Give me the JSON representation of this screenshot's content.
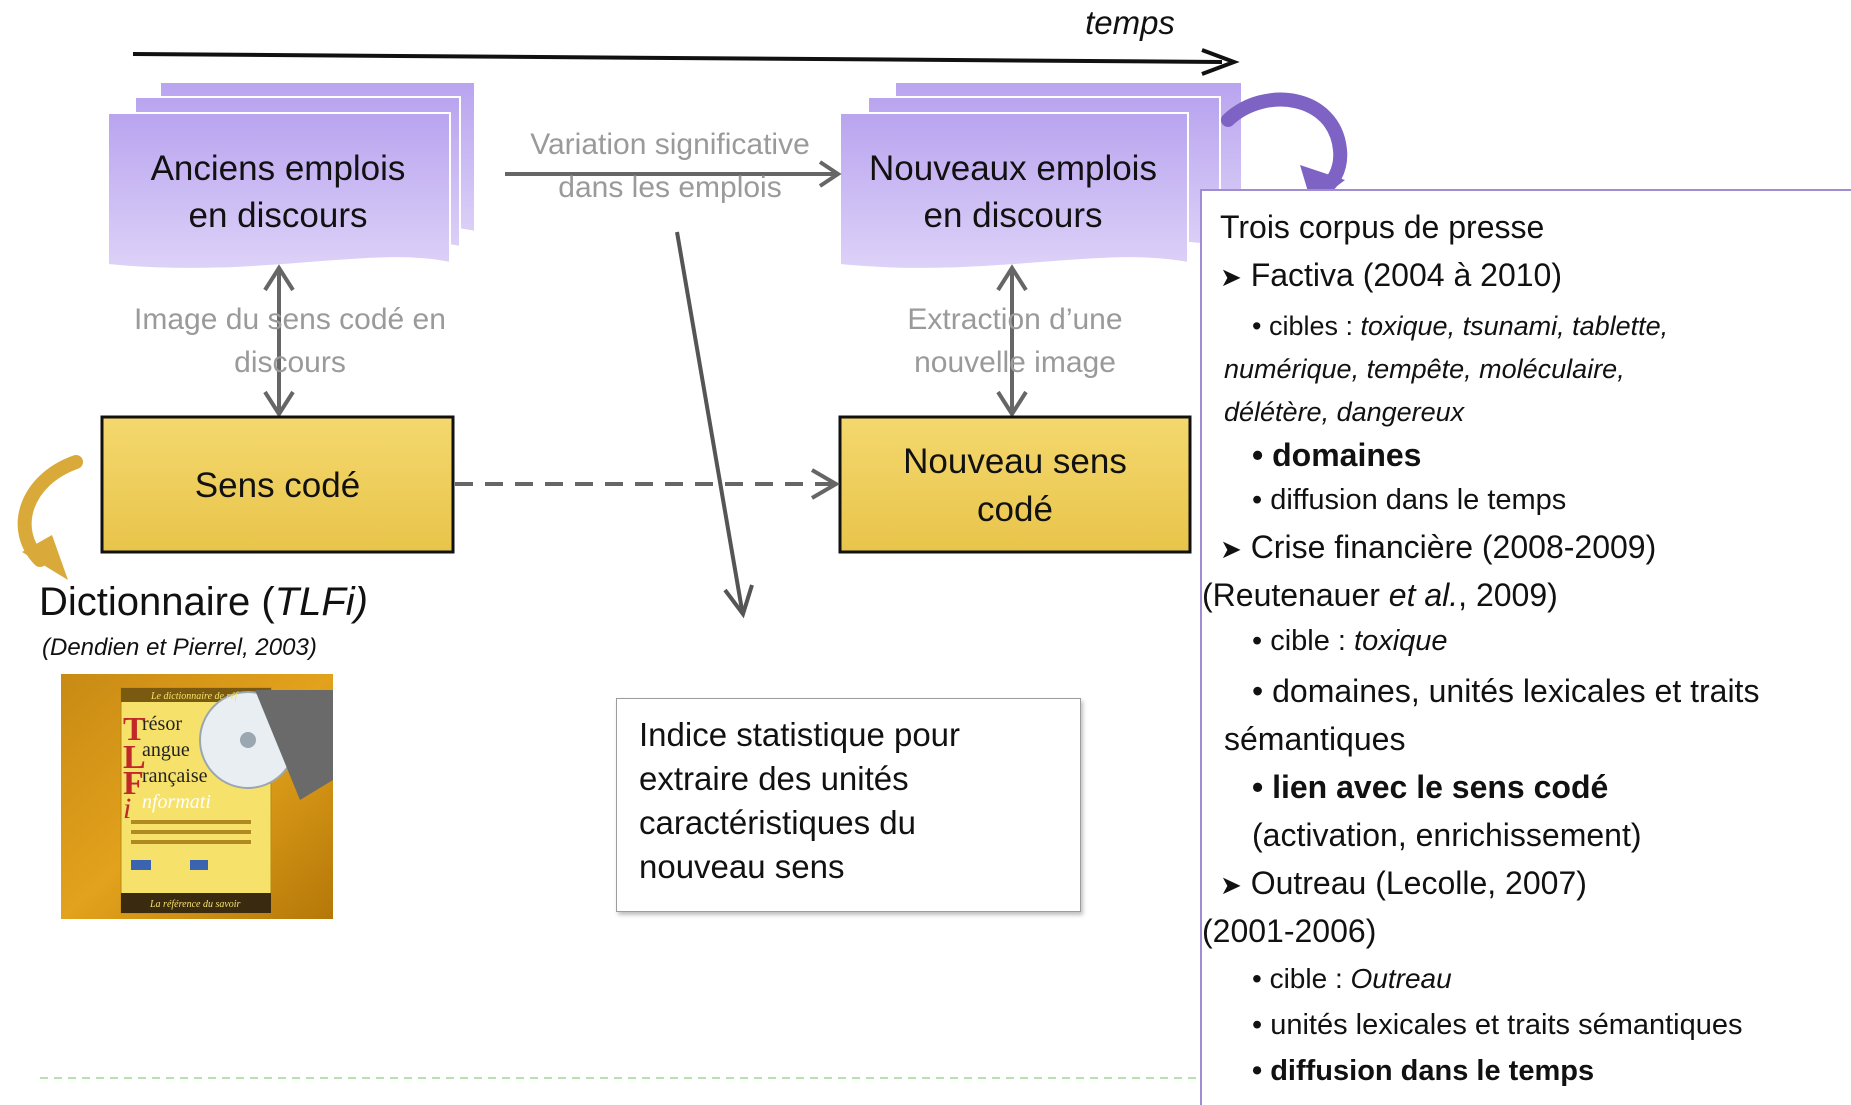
{
  "timeline": {
    "label": "temps"
  },
  "docs": {
    "old_line1": "Anciens emplois",
    "old_line2": "en discours",
    "new_line1": "Nouveaux emplois",
    "new_line2": "en discours"
  },
  "labels": {
    "variation_line1": "Variation significative",
    "variation_line2": "dans les emplois",
    "image_line1": "Image du sens codé en",
    "image_line2": "discours",
    "extraction_line1": "Extraction d’une",
    "extraction_line2": "nouvelle image"
  },
  "boxes": {
    "sens_code": "Sens codé",
    "nouveau_line1": "Nouveau sens",
    "nouveau_line2": "codé"
  },
  "dictionary": {
    "title_prefix": "Dictionnaire (",
    "title_italic": "TLFi)",
    "citation": "(Dendien et Pierrel, 2003)",
    "cover_header": "Le dictionnaire de réf",
    "cover_w1": "résor",
    "cover_w2": "angue",
    "cover_w3": "rançaise",
    "cover_w4": "nformati",
    "cover_footer": "La référence du savoir"
  },
  "stat_box": {
    "line1": "Indice statistique pour",
    "line2": "extraire des unités",
    "line3": "caractéristiques du",
    "line4": "nouveau sens"
  },
  "panel": {
    "title": "Trois corpus de presse",
    "c1": "Factiva (2004 à 2010)",
    "c1_i1_label": "• cibles : ",
    "c1_i1_a": "toxique, tsunami, tablette,",
    "c1_i1_b": "numérique, tempête, moléculaire,",
    "c1_i1_c": "délétère, dangereux",
    "c1_i2": "• domaines",
    "c1_i3": "• diffusion dans le temps",
    "c2": "Crise financière (2008-2009)",
    "c2_ref_a": "(Reutenauer ",
    "c2_ref_b": "et al.",
    "c2_ref_c": ", 2009)",
    "c2_i1_label": "• cible : ",
    "c2_i1_val": "toxique",
    "c2_i2_a": "• domaines, unités lexicales et traits",
    "c2_i2_b": "sémantiques",
    "c2_i3": "• lien avec le sens codé",
    "c2_i3_sub": "(activation, enrichissement)",
    "c3": "Outreau (Lecolle, 2007)",
    "c3_years": "(2001-2006)",
    "c3_i1_label": "• cible : ",
    "c3_i1_val": "Outreau",
    "c3_i2": "• unités lexicales et traits sémantiques",
    "c3_i3": "• diffusion dans le temps"
  },
  "colors": {
    "doc_fill": "#c9b6f2",
    "box_fill": "#f0cf5e",
    "panel_border": "#a08cd0",
    "grey_text": "#9a9a9a"
  }
}
